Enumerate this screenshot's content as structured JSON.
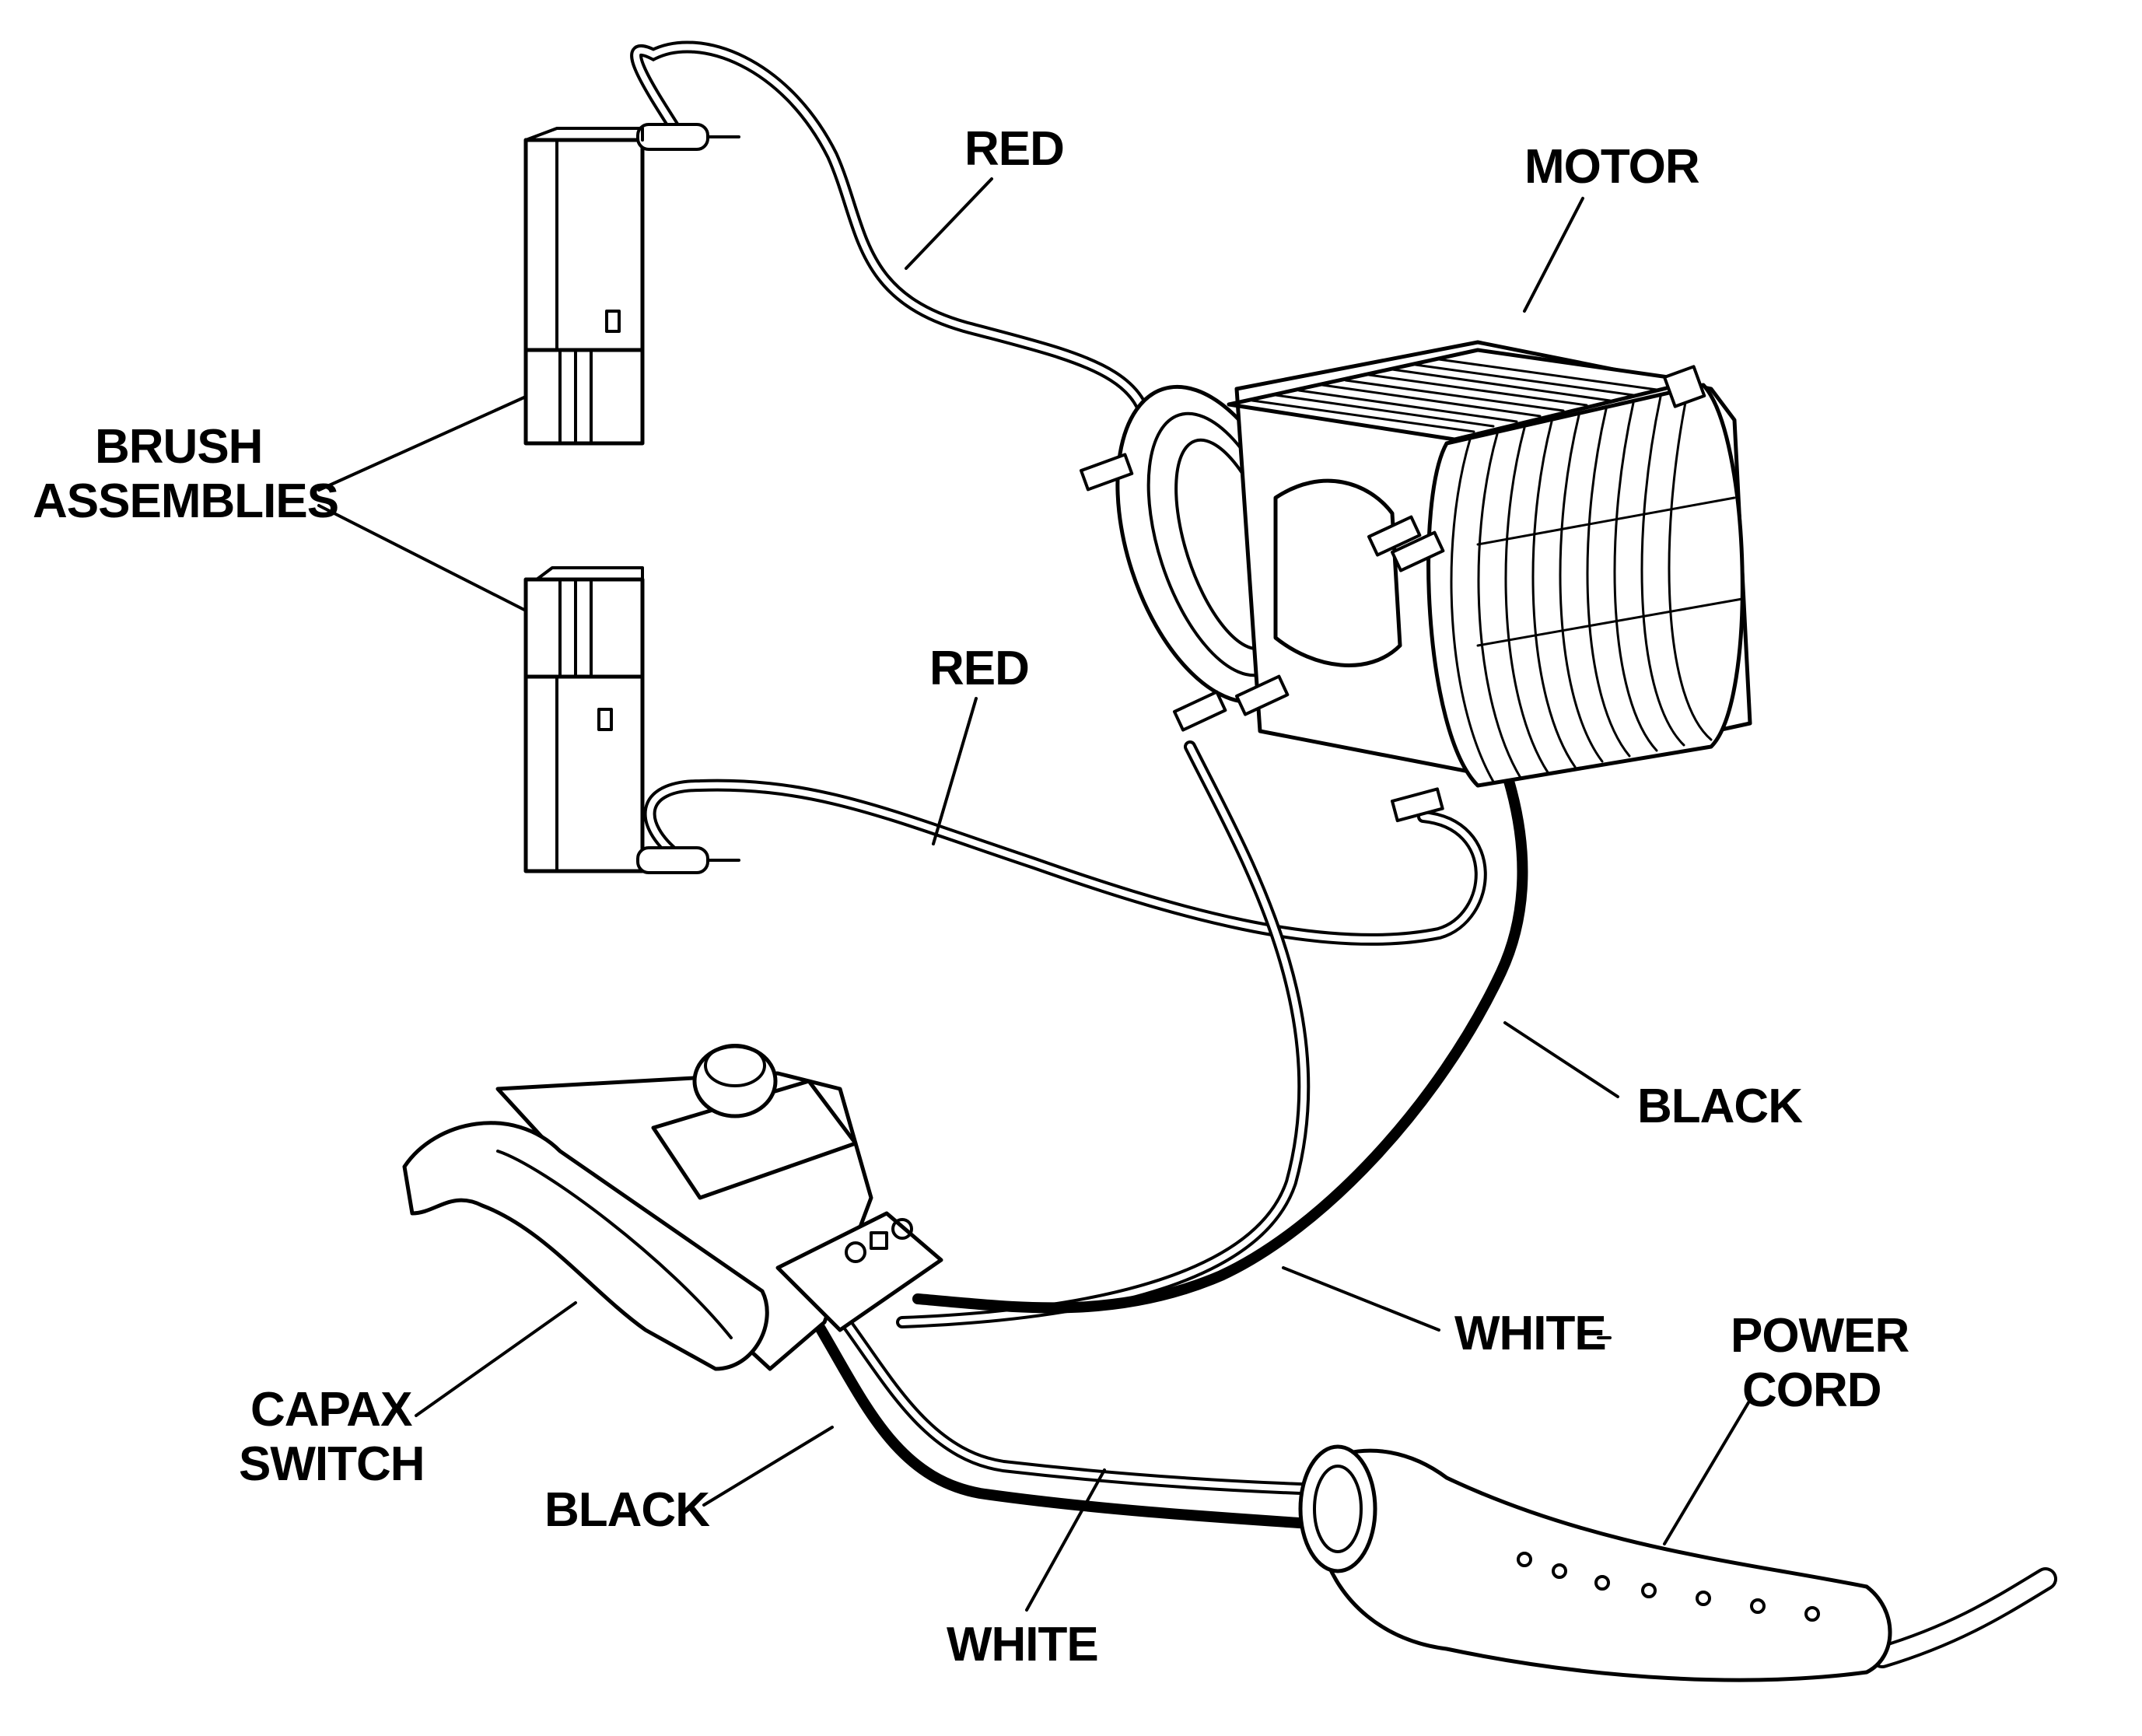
{
  "labels": {
    "red_top": "RED",
    "motor": "MOTOR",
    "brush_line1": "BRUSH",
    "brush_line2": "ASSEMBLIES",
    "red_mid": "RED",
    "black_right": "BLACK",
    "white_right": "WHITE",
    "power_line1": "POWER",
    "power_line2": "CORD",
    "capax_line1": "CAPAX",
    "capax_line2": "SWITCH",
    "black_left": "BLACK",
    "white_bottom": "WHITE"
  },
  "colors": {
    "line": "#000000",
    "background": "#ffffff"
  }
}
